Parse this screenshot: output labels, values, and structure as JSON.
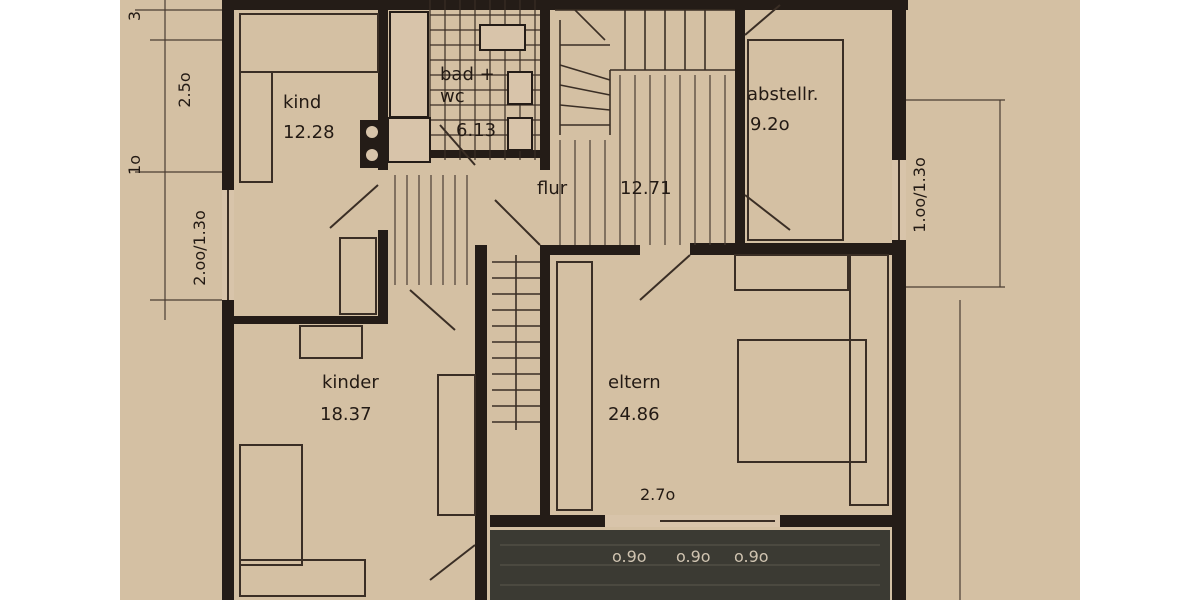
{
  "colors": {
    "background_margin": "#ffffff",
    "paper": "#d8c4aa",
    "ink": "#241c17",
    "balcony": "#3b3a33"
  },
  "rooms": [
    {
      "id": "kind",
      "name": "kind",
      "area": "12.28"
    },
    {
      "id": "bad",
      "name": "bad +",
      "name2": "wc",
      "area": "6.13"
    },
    {
      "id": "flur",
      "name": "flur",
      "area": "12.71"
    },
    {
      "id": "abstellr",
      "name": "abstellr.",
      "area": "9.2o"
    },
    {
      "id": "kinder",
      "name": "kinder",
      "area": "18.37"
    },
    {
      "id": "eltern",
      "name": "eltern",
      "area": "24.86"
    }
  ],
  "dimensions": {
    "top_left_fragment": "3",
    "left_upper": "2.5o",
    "left_small": "1o",
    "left_window": "2.oo/1.3o",
    "right_window": "1.oo/1.3o",
    "window_width": "2.7o",
    "balcony_windows": [
      "o.9o",
      "o.9o",
      "o.9o"
    ]
  }
}
